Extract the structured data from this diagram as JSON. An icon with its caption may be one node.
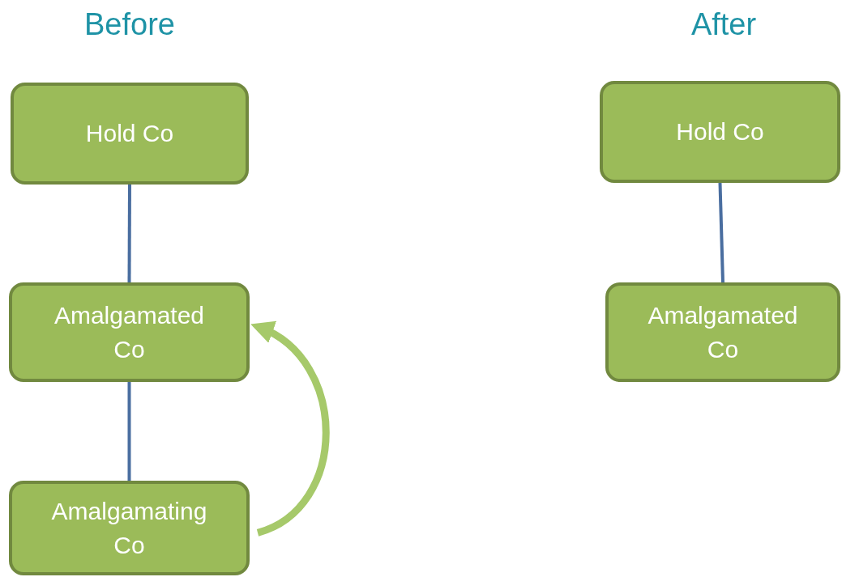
{
  "diagram": {
    "nodes": [
      {
        "text": [
          "Hold Co"
        ]
      },
      {
        "text": [
          "Amalgamated Co"
        ]
      },
      {
        "text": [
          "Amalgamating Co"
        ]
      },
      {
        "text": [
          "Hold Co"
        ]
      },
      {
        "text": [
          "Amalgamated Co"
        ]
      }
    ],
    "edges": [
      {
        "from": 0,
        "to": 1,
        "arrow": "none"
      },
      {
        "from": 1,
        "to": 2,
        "arrow": "none"
      },
      {
        "from": 2,
        "to": 1,
        "arrow": "to",
        "style": "thick",
        "color": "#a6c96a"
      },
      {
        "from": 3,
        "to": 4,
        "arrow": "none"
      }
    ],
    "labels": [
      "Before",
      "After"
    ]
  }
}
